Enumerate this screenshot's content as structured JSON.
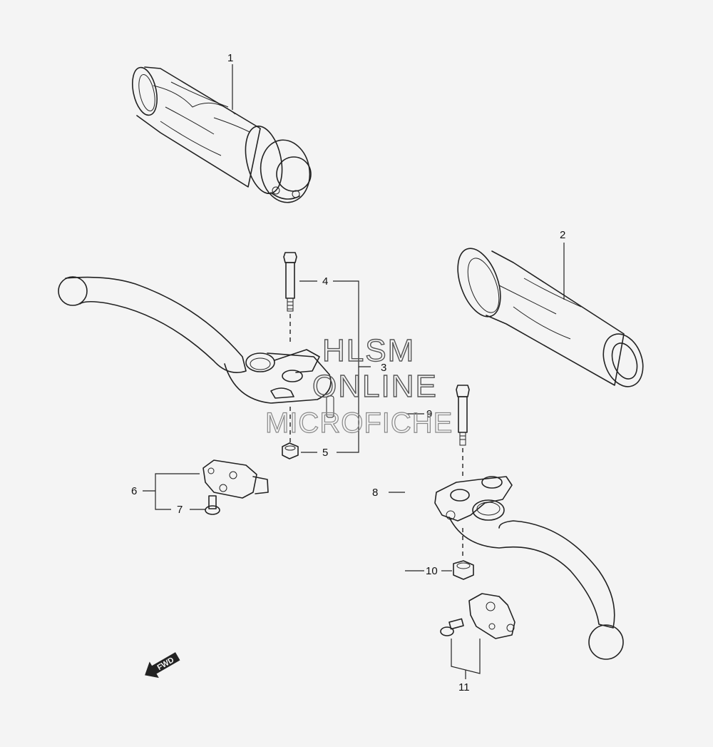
{
  "callouts": [
    {
      "id": "1",
      "label": "1"
    },
    {
      "id": "2",
      "label": "2"
    },
    {
      "id": "3",
      "label": "3"
    },
    {
      "id": "4",
      "label": "4"
    },
    {
      "id": "5",
      "label": "5"
    },
    {
      "id": "6",
      "label": "6"
    },
    {
      "id": "7",
      "label": "7"
    },
    {
      "id": "8",
      "label": "8"
    },
    {
      "id": "9",
      "label": "9"
    },
    {
      "id": "10",
      "label": "10"
    },
    {
      "id": "11",
      "label": "11"
    }
  ],
  "watermark": {
    "line1": "HLSM",
    "line2": "ONLINE",
    "line3": "MICROFICHE"
  },
  "direction_arrow": {
    "label": "FWD"
  }
}
